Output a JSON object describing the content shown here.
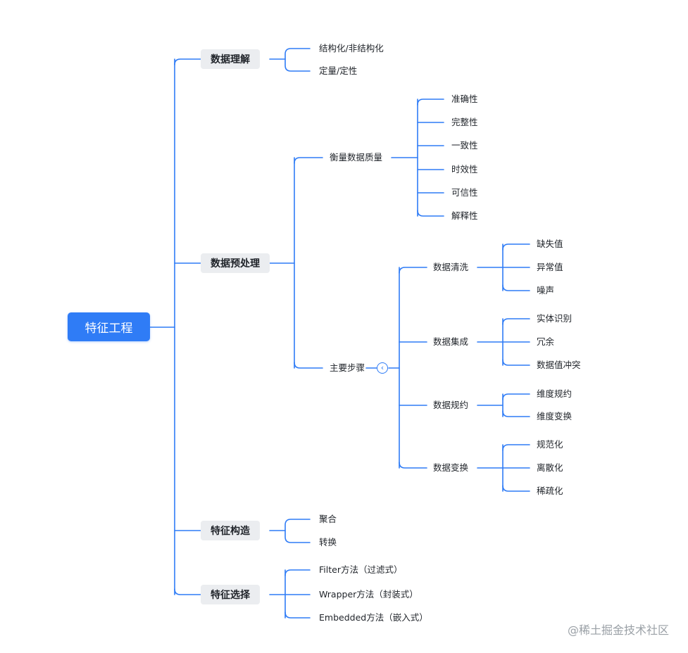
{
  "root": "特征工程",
  "level1": {
    "understanding": "数据理解",
    "preprocessing": "数据预处理",
    "construction": "特征构造",
    "selection": "特征选择"
  },
  "understanding_children": [
    "结构化/非结构化",
    "定量/定性"
  ],
  "preprocessing_children": {
    "quality": "衡量数据质量",
    "steps": "主要步骤"
  },
  "quality_children": [
    "准确性",
    "完整性",
    "一致性",
    "时效性",
    "可信性",
    "解释性"
  ],
  "steps_children": {
    "cleaning": "数据清洗",
    "integration": "数据集成",
    "reduction": "数据规约",
    "transformation": "数据变换"
  },
  "cleaning_children": [
    "缺失值",
    "异常值",
    "噪声"
  ],
  "integration_children": [
    "实体识别",
    "冗余",
    "数据值冲突"
  ],
  "reduction_children": [
    "维度规约",
    "维度变换"
  ],
  "transformation_children": [
    "规范化",
    "离散化",
    "稀疏化"
  ],
  "construction_children": [
    "聚合",
    "转换"
  ],
  "selection_children": [
    "Filter方法（过滤式）",
    "Wrapper方法（封装式）",
    "Embedded方法（嵌入式）"
  ],
  "watermark": "@稀土掘金技术社区",
  "colors": {
    "connector": "#2f7cf6",
    "root_fill": "#2f7cf6",
    "node_fill": "#ebedf0"
  }
}
